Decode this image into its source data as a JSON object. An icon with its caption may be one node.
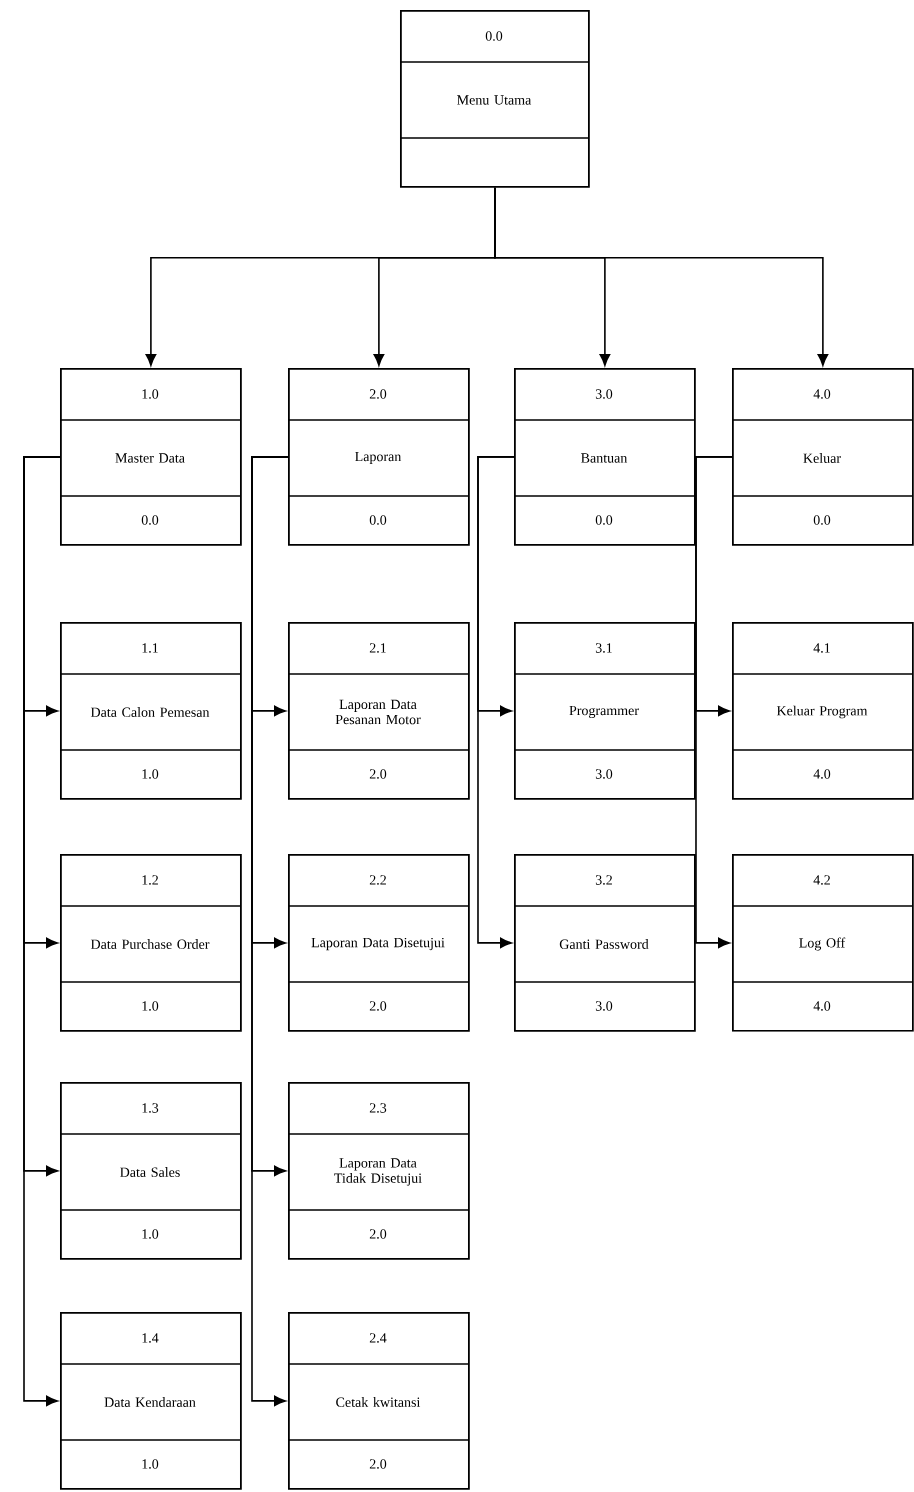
{
  "diagram": {
    "nodes": [
      {
        "text": [
          "0.0",
          "Menu Utama"
        ]
      },
      {
        "text": [
          "1.0",
          "Master Data",
          "0.0"
        ]
      },
      {
        "text": [
          "2.0",
          "Laporan",
          "0.0"
        ]
      },
      {
        "text": [
          "3.0",
          "Bantuan",
          "0.0"
        ]
      },
      {
        "text": [
          "4.0",
          "Keluar",
          "0.0"
        ]
      },
      {
        "text": [
          "1.1",
          "Data Calon Pemesan",
          "1.0"
        ]
      },
      {
        "text": [
          "1.2",
          "Data Purchase Order",
          "1.0"
        ]
      },
      {
        "text": [
          "1.3",
          "Data Sales",
          "1.0"
        ]
      },
      {
        "text": [
          "1.4",
          "Data Kendaraan",
          "1.0"
        ]
      },
      {
        "text": [
          "2.1",
          "Laporan Data Pesanan Motor",
          "2.0"
        ]
      },
      {
        "text": [
          "2.2",
          "Laporan Data Disetujui",
          "2.0"
        ]
      },
      {
        "text": [
          "2.3",
          "Laporan Data Tidak Disetujui",
          "2.0"
        ]
      },
      {
        "text": [
          "2.4",
          "Cetak kwitansi",
          "2.0"
        ]
      },
      {
        "text": [
          "3.1",
          "Programmer",
          "3.0"
        ]
      },
      {
        "text": [
          "3.2",
          "Ganti Password",
          "3.0"
        ]
      },
      {
        "text": [
          "4.1",
          "Keluar Program",
          "4.0"
        ]
      },
      {
        "text": [
          "4.2",
          "Log Off",
          "4.0"
        ]
      }
    ],
    "edges": [
      {
        "from": 0,
        "to": 1,
        "arrow": "to"
      },
      {
        "from": 0,
        "to": 2,
        "arrow": "to"
      },
      {
        "from": 0,
        "to": 3,
        "arrow": "to"
      },
      {
        "from": 0,
        "to": 4,
        "arrow": "to"
      },
      {
        "from": 1,
        "to": 5,
        "arrow": "to"
      },
      {
        "from": 1,
        "to": 6,
        "arrow": "to"
      },
      {
        "from": 1,
        "to": 7,
        "arrow": "to"
      },
      {
        "from": 1,
        "to": 8,
        "arrow": "to"
      },
      {
        "from": 2,
        "to": 9,
        "arrow": "to"
      },
      {
        "from": 2,
        "to": 10,
        "arrow": "to"
      },
      {
        "from": 2,
        "to": 11,
        "arrow": "to"
      },
      {
        "from": 2,
        "to": 12,
        "arrow": "to"
      },
      {
        "from": 3,
        "to": 13,
        "arrow": "to"
      },
      {
        "from": 3,
        "to": 14,
        "arrow": "to"
      },
      {
        "from": 4,
        "to": 15,
        "arrow": "to"
      },
      {
        "from": 4,
        "to": 16,
        "arrow": "to"
      }
    ]
  }
}
